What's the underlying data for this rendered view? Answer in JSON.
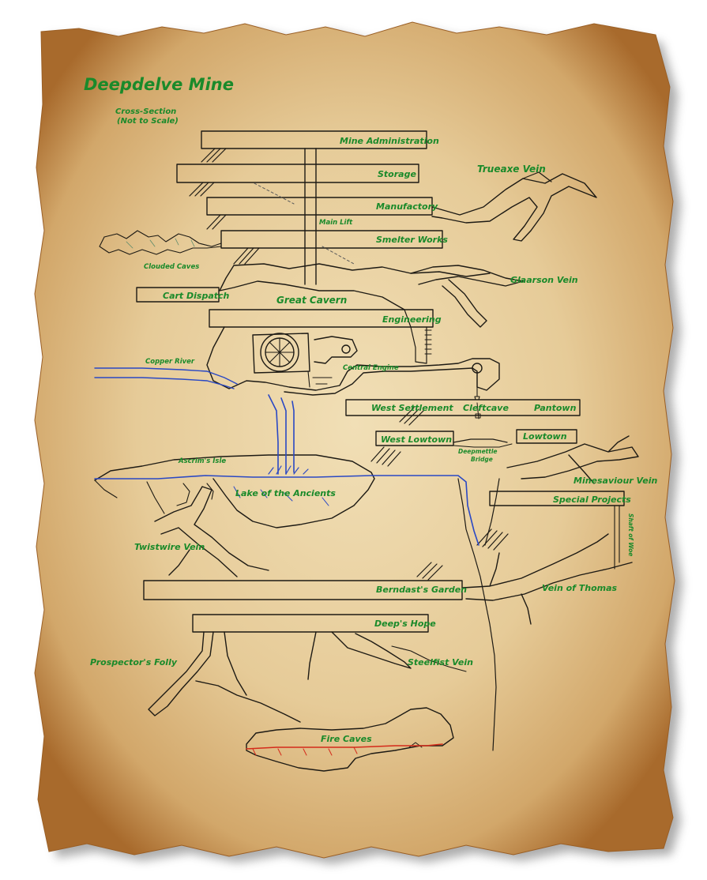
{
  "map": {
    "title": "Deepdelve Mine",
    "subtitle_line1": "Cross-Section",
    "subtitle_line2": "(Not to Scale)",
    "colors": {
      "parchment": "#e9d3a8",
      "parchment_edge": "#a86a2c",
      "ink": "#1d1a14",
      "label": "#1a8a2a",
      "water": "#2a48c4",
      "lava": "#d42a1a"
    },
    "levels": {
      "mine_administration": "Mine Administration",
      "storage": "Storage",
      "manufactory": "Manufactory",
      "smelter_works": "Smelter Works",
      "cart_dispatch": "Cart Dispatch",
      "engineering": "Engineering",
      "west_settlement": "West Settlement",
      "pantown": "Pantown",
      "west_lowtown": "West Lowtown",
      "lowtown": "Lowtown",
      "special_projects": "Special Projects",
      "berndasts_garden": "Berndast's Garden",
      "deeps_hope": "Deep's Hope"
    },
    "features": {
      "main_lift": "Main Lift",
      "clouded_caves": "Clouded Caves",
      "great_cavern": "Great Cavern",
      "copper_river": "Copper River",
      "central_engine": "Central Engine",
      "cleftcave": "Cleftcave",
      "deepmettle_bridge_1": "Deepmettle",
      "deepmettle_bridge_2": "Bridge",
      "ascrims_isle": "Ascrim's Isle",
      "lake_of_the_ancients": "Lake of the Ancients",
      "shaft_of_woe": "Shaft of Woe",
      "fire_caves": "Fire Caves"
    },
    "veins": {
      "trueaxe": "Trueaxe Vein",
      "glaarson": "Glaarson Vein",
      "minesaviour": "Minesaviour Vein",
      "twistwire": "Twistwire Vein",
      "thomas": "Vein of Thomas",
      "prospectors_folly": "Prospector's Folly",
      "steelfist": "Steelfist Vein"
    }
  }
}
